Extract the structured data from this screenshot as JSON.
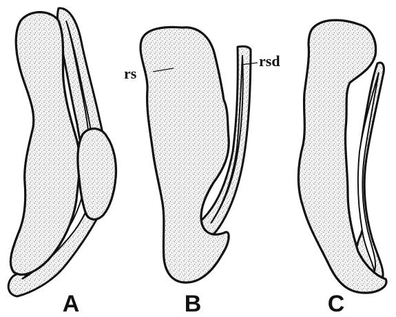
{
  "panels": [
    {
      "id": "A",
      "label": "A"
    },
    {
      "id": "B",
      "label": "B"
    },
    {
      "id": "C",
      "label": "C"
    }
  ],
  "annotations": {
    "rs": "rs",
    "rsd": "rsd"
  }
}
